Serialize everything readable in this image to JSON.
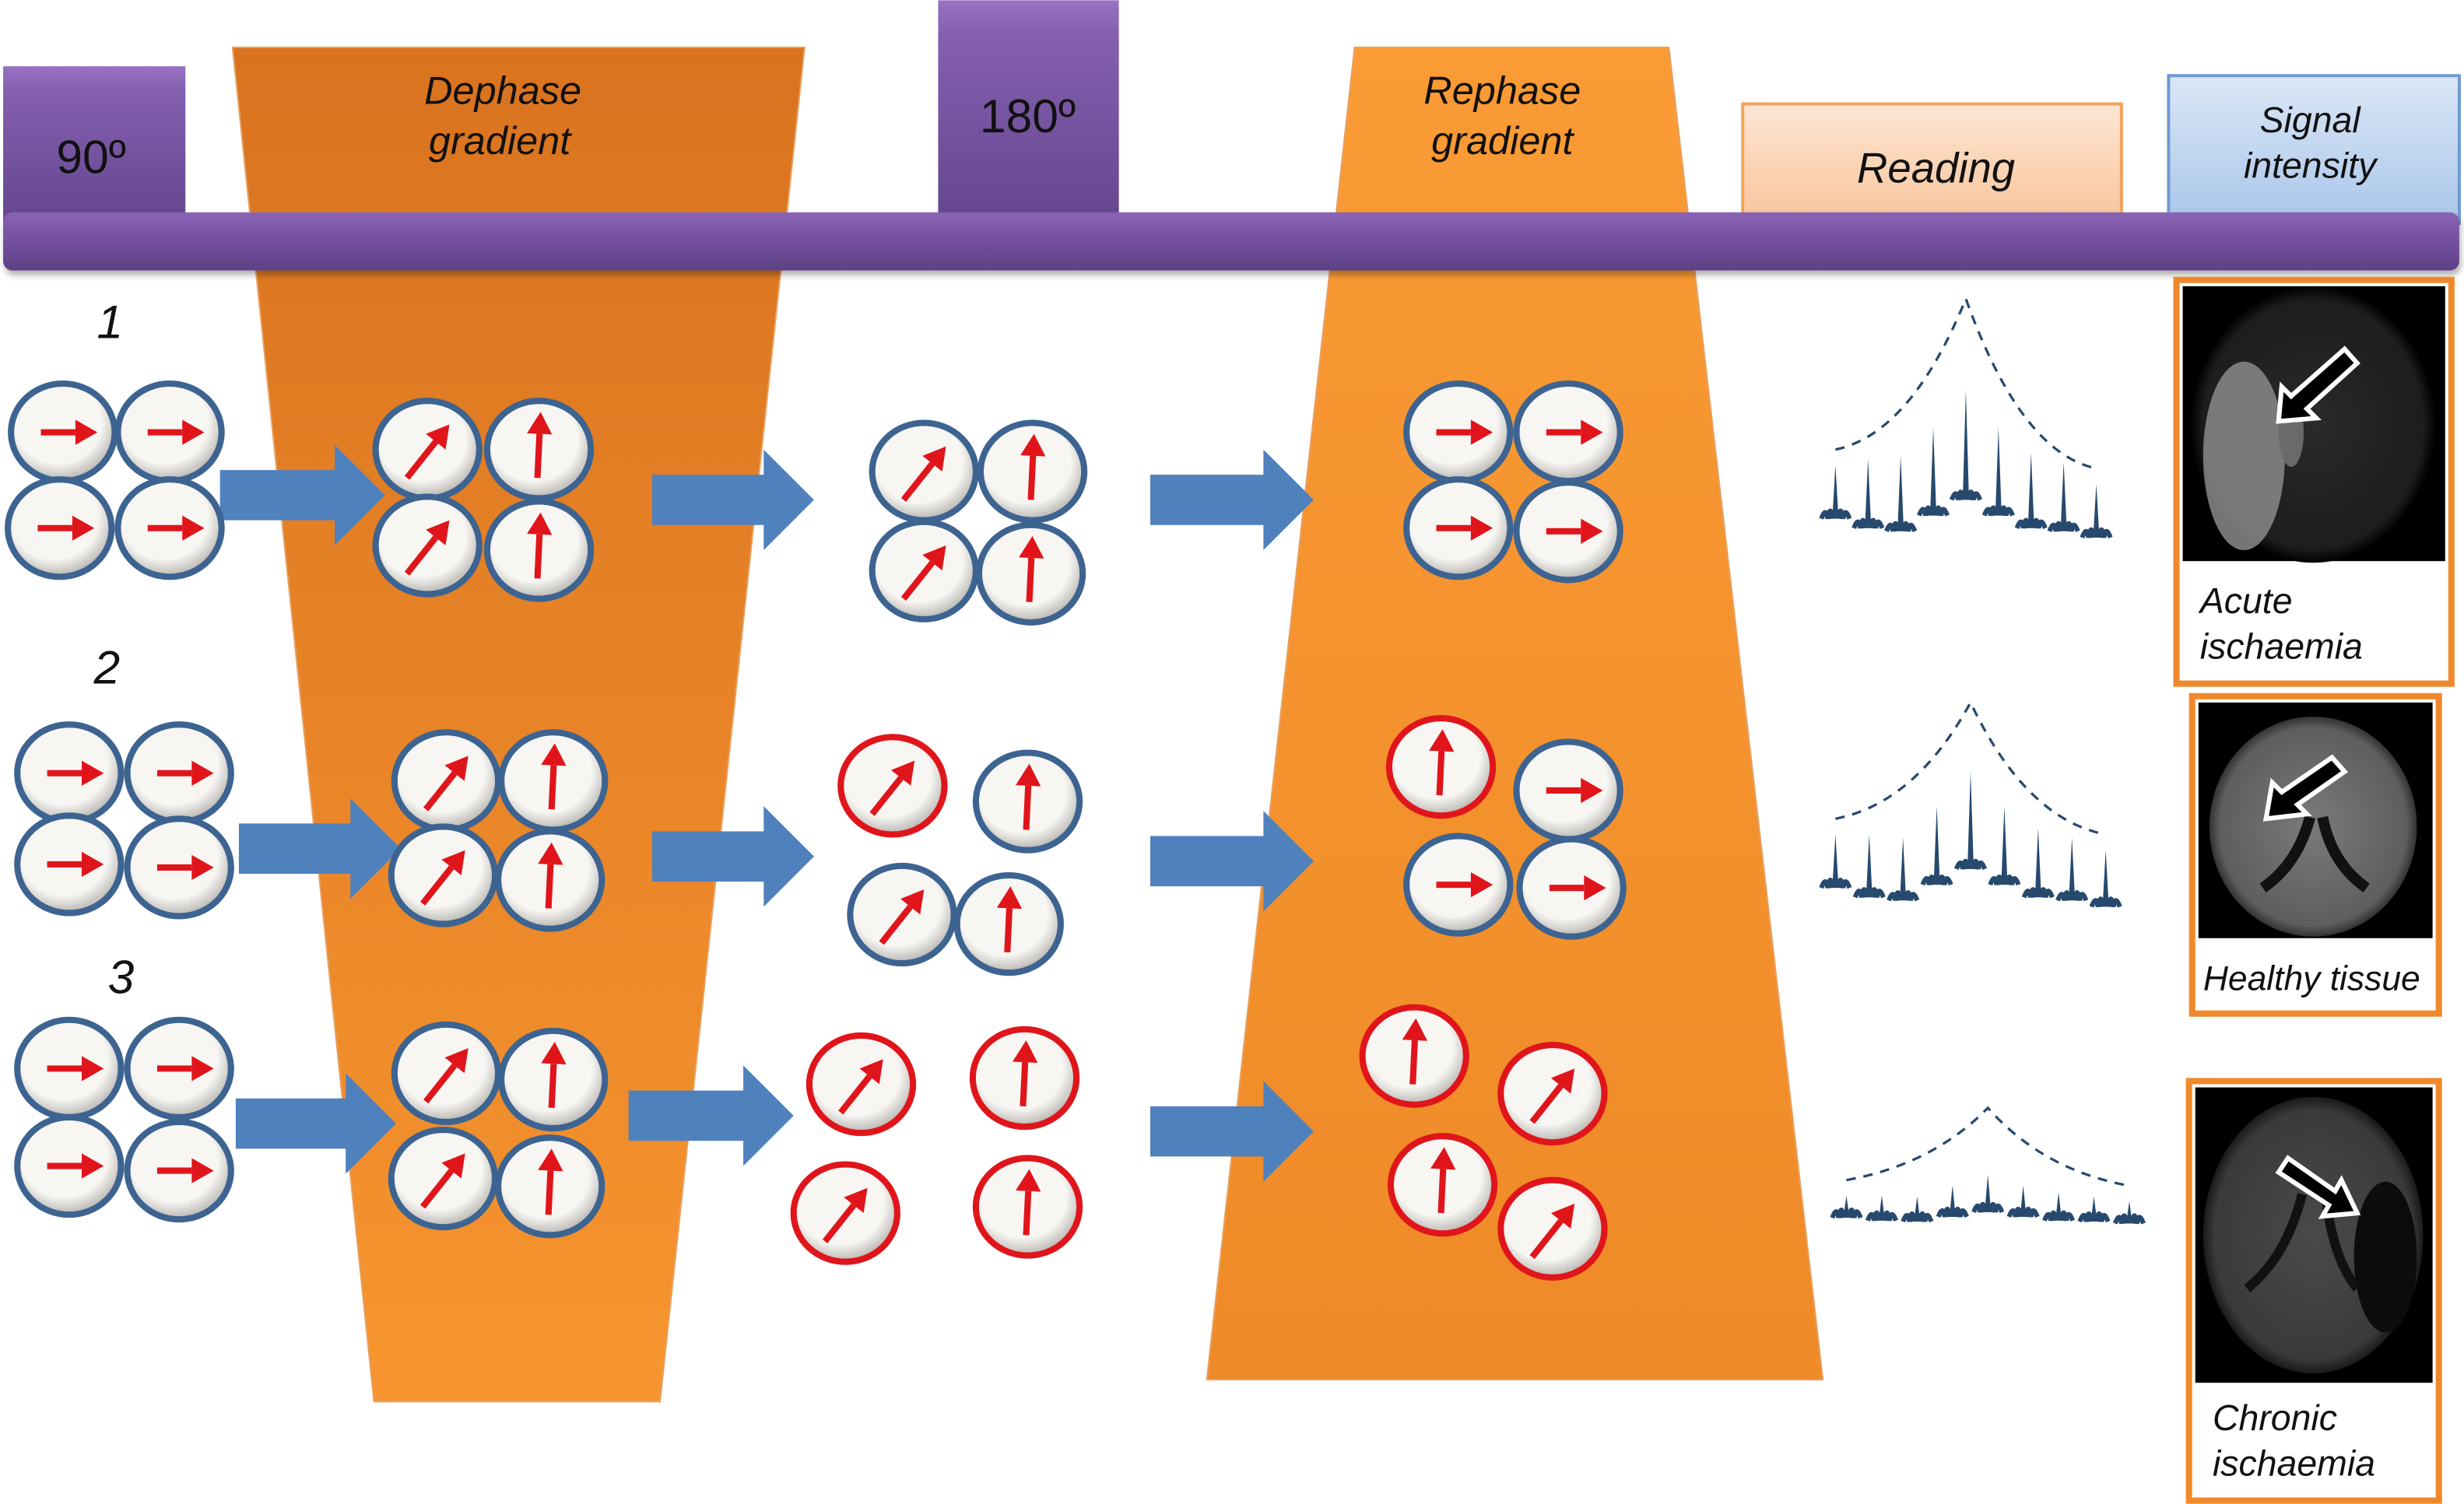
{
  "header": {
    "pulse_90": "90º",
    "dephase": [
      "Dephase",
      "gradient"
    ],
    "pulse_180": "180º",
    "rephase": [
      "Rephase",
      "gradient"
    ],
    "reading": "Reading",
    "signal": [
      "Signal",
      "intensity"
    ]
  },
  "rows": [
    {
      "label": "1",
      "initial": [
        {
          "c": "blue",
          "d": "right"
        },
        {
          "c": "blue",
          "d": "right"
        },
        {
          "c": "blue",
          "d": "right"
        },
        {
          "c": "blue",
          "d": "right"
        }
      ],
      "dephase": [
        {
          "c": "blue",
          "d": "ne"
        },
        {
          "c": "blue",
          "d": "up"
        },
        {
          "c": "blue",
          "d": "ne"
        },
        {
          "c": "blue",
          "d": "up"
        }
      ],
      "middle": [
        {
          "c": "blue",
          "d": "ne"
        },
        {
          "c": "blue",
          "d": "up"
        },
        {
          "c": "blue",
          "d": "ne"
        },
        {
          "c": "blue",
          "d": "up"
        }
      ],
      "rephase": [
        {
          "c": "blue",
          "d": "right"
        },
        {
          "c": "blue",
          "d": "right"
        },
        {
          "c": "blue",
          "d": "right"
        },
        {
          "c": "blue",
          "d": "right"
        }
      ],
      "signal_level": "high",
      "image_caption": [
        "Acute",
        "ischaemia"
      ]
    },
    {
      "label": "2",
      "initial": [
        {
          "c": "blue",
          "d": "right"
        },
        {
          "c": "blue",
          "d": "right"
        },
        {
          "c": "blue",
          "d": "right"
        },
        {
          "c": "blue",
          "d": "right"
        }
      ],
      "dephase": [
        {
          "c": "blue",
          "d": "ne"
        },
        {
          "c": "blue",
          "d": "up"
        },
        {
          "c": "blue",
          "d": "ne"
        },
        {
          "c": "blue",
          "d": "up"
        }
      ],
      "middle": [
        {
          "c": "red",
          "d": "ne"
        },
        {
          "c": "blue",
          "d": "up"
        },
        {
          "c": "blue",
          "d": "ne"
        },
        {
          "c": "blue",
          "d": "up"
        }
      ],
      "rephase": [
        {
          "c": "red",
          "d": "up"
        },
        {
          "c": "blue",
          "d": "right"
        },
        {
          "c": "blue",
          "d": "right"
        },
        {
          "c": "blue",
          "d": "right"
        }
      ],
      "signal_level": "medium",
      "image_caption": [
        "Healthy tissue"
      ]
    },
    {
      "label": "3",
      "initial": [
        {
          "c": "blue",
          "d": "right"
        },
        {
          "c": "blue",
          "d": "right"
        },
        {
          "c": "blue",
          "d": "right"
        },
        {
          "c": "blue",
          "d": "right"
        }
      ],
      "dephase": [
        {
          "c": "blue",
          "d": "ne"
        },
        {
          "c": "blue",
          "d": "up"
        },
        {
          "c": "blue",
          "d": "ne"
        },
        {
          "c": "blue",
          "d": "up"
        }
      ],
      "middle": [
        {
          "c": "red",
          "d": "ne"
        },
        {
          "c": "red",
          "d": "up"
        },
        {
          "c": "red",
          "d": "ne"
        },
        {
          "c": "red",
          "d": "up"
        }
      ],
      "rephase": [
        {
          "c": "red",
          "d": "up"
        },
        {
          "c": "red",
          "d": "ne"
        },
        {
          "c": "red",
          "d": "up"
        },
        {
          "c": "red",
          "d": "ne"
        }
      ],
      "signal_level": "low",
      "image_caption": [
        "Chronic",
        "ischaemia"
      ]
    }
  ],
  "colors": {
    "pulse_purple": "#7b56a6",
    "gradient_orange": "#ee8a2e",
    "spin_blue": "#3d6391",
    "spin_red": "#e0151b",
    "arrow_blue": "#4f81bd",
    "signal_navy": "#27496e"
  }
}
